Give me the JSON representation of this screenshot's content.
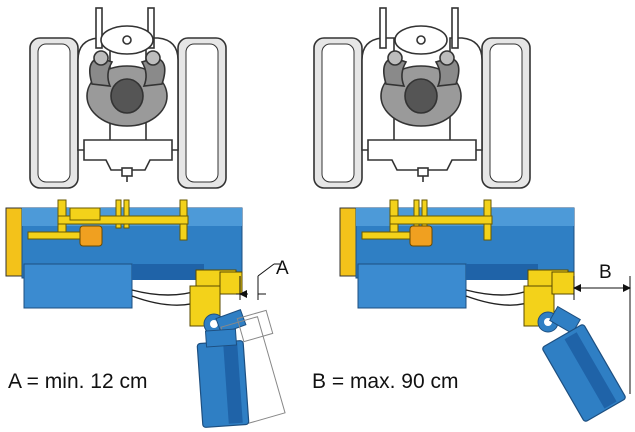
{
  "panels": [
    {
      "id": "left",
      "dimension_letter": "A",
      "caption": "A = min. 12 cm"
    },
    {
      "id": "right",
      "dimension_letter": "B",
      "caption": "B = max. 90 cm"
    }
  ],
  "colors": {
    "frame_blue": "#2f7fc4",
    "frame_blue_dark": "#1f63a8",
    "frame_blue_light": "#4d9ad8",
    "arm_yellow": "#f3d21a",
    "tractor_outline": "#333333",
    "tractor_fill": "#ffffff",
    "tire_fill": "#e3e3e3",
    "driver_gray": "#8c8c8c",
    "orange_block": "#f0a020"
  }
}
